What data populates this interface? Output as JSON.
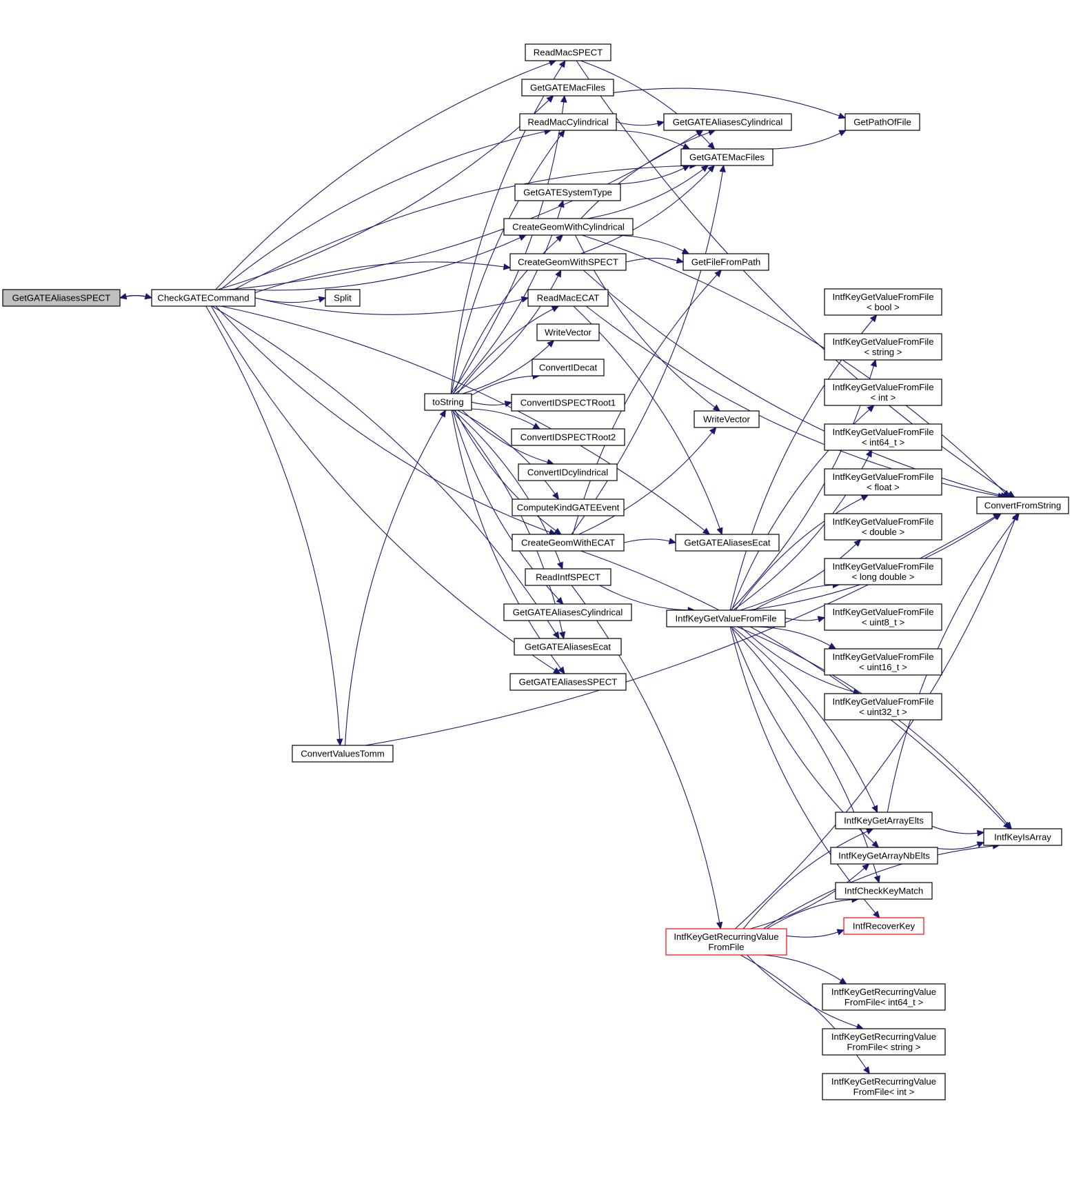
{
  "colors": {
    "edge": "#191970",
    "border": "#000000",
    "highlight_border": "#ff0000",
    "selected_fill": "#bfbfbf",
    "fill": "#ffffff"
  },
  "nodes": [
    {
      "id": "root",
      "lines": [
        "GetGATEAliasesSPECT"
      ],
      "style": "selected"
    },
    {
      "id": "check",
      "lines": [
        "CheckGATECommand"
      ]
    },
    {
      "id": "split",
      "lines": [
        "Split"
      ]
    },
    {
      "id": "convtomm",
      "lines": [
        "ConvertValuesTomm"
      ]
    },
    {
      "id": "tostring",
      "lines": [
        "toString"
      ]
    },
    {
      "id": "readmacspect",
      "lines": [
        "ReadMacSPECT"
      ]
    },
    {
      "id": "getmacfiles1",
      "lines": [
        "GetGATEMacFiles"
      ]
    },
    {
      "id": "readmaccyl",
      "lines": [
        "ReadMacCylindrical"
      ]
    },
    {
      "id": "getsystype",
      "lines": [
        "GetGATESystemType"
      ]
    },
    {
      "id": "cgcyl",
      "lines": [
        "CreateGeomWithCylindrical"
      ]
    },
    {
      "id": "cgspect",
      "lines": [
        "CreateGeomWithSPECT"
      ]
    },
    {
      "id": "readmacecat",
      "lines": [
        "ReadMacECAT"
      ]
    },
    {
      "id": "writevec1",
      "lines": [
        "WriteVector"
      ]
    },
    {
      "id": "convidecat",
      "lines": [
        "ConvertIDecat"
      ]
    },
    {
      "id": "convidspect1",
      "lines": [
        "ConvertIDSPECTRoot1"
      ]
    },
    {
      "id": "convidspect2",
      "lines": [
        "ConvertIDSPECTRoot2"
      ]
    },
    {
      "id": "convidcyl",
      "lines": [
        "ConvertIDcylindrical"
      ]
    },
    {
      "id": "computekind",
      "lines": [
        "ComputeKindGATEEvent"
      ]
    },
    {
      "id": "cgecat",
      "lines": [
        "CreateGeomWithECAT"
      ]
    },
    {
      "id": "readintfspect",
      "lines": [
        "ReadIntfSPECT"
      ]
    },
    {
      "id": "gacyl1",
      "lines": [
        "GetGATEAliasesCylindrical"
      ]
    },
    {
      "id": "gaecat1",
      "lines": [
        "GetGATEAliasesEcat"
      ]
    },
    {
      "id": "gaspect",
      "lines": [
        "GetGATEAliasesSPECT"
      ]
    },
    {
      "id": "gacyl2",
      "lines": [
        "GetGATEAliasesCylindrical"
      ]
    },
    {
      "id": "getmacfiles2",
      "lines": [
        "GetGATEMacFiles"
      ]
    },
    {
      "id": "getfilefrompath",
      "lines": [
        "GetFileFromPath"
      ]
    },
    {
      "id": "writevec2",
      "lines": [
        "WriteVector"
      ]
    },
    {
      "id": "gaecat2",
      "lines": [
        "GetGATEAliasesEcat"
      ]
    },
    {
      "id": "getpathoffile",
      "lines": [
        "GetPathOfFile"
      ]
    },
    {
      "id": "ikgv",
      "lines": [
        "IntfKeyGetValueFromFile"
      ]
    },
    {
      "id": "ikgrv",
      "lines": [
        "IntfKeyGetRecurringValue",
        "FromFile"
      ],
      "style": "red"
    },
    {
      "id": "t_bool",
      "lines": [
        "IntfKeyGetValueFromFile",
        "< bool >"
      ]
    },
    {
      "id": "t_string",
      "lines": [
        "IntfKeyGetValueFromFile",
        "< string >"
      ]
    },
    {
      "id": "t_int",
      "lines": [
        "IntfKeyGetValueFromFile",
        "< int >"
      ]
    },
    {
      "id": "t_int64",
      "lines": [
        "IntfKeyGetValueFromFile",
        "< int64_t >"
      ]
    },
    {
      "id": "t_float",
      "lines": [
        "IntfKeyGetValueFromFile",
        "< float >"
      ]
    },
    {
      "id": "t_double",
      "lines": [
        "IntfKeyGetValueFromFile",
        "< double >"
      ]
    },
    {
      "id": "t_ldouble",
      "lines": [
        "IntfKeyGetValueFromFile",
        "< long double >"
      ]
    },
    {
      "id": "t_uint8",
      "lines": [
        "IntfKeyGetValueFromFile",
        "< uint8_t >"
      ]
    },
    {
      "id": "t_uint16",
      "lines": [
        "IntfKeyGetValueFromFile",
        "< uint16_t >"
      ]
    },
    {
      "id": "t_uint32",
      "lines": [
        "IntfKeyGetValueFromFile",
        "< uint32_t >"
      ]
    },
    {
      "id": "arrayelts",
      "lines": [
        "IntfKeyGetArrayElts"
      ]
    },
    {
      "id": "arraynbelts",
      "lines": [
        "IntfKeyGetArrayNbElts"
      ]
    },
    {
      "id": "checkkeymatch",
      "lines": [
        "IntfCheckKeyMatch"
      ]
    },
    {
      "id": "recoverkey",
      "lines": [
        "IntfRecoverKey"
      ],
      "style": "red"
    },
    {
      "id": "r_int64",
      "lines": [
        "IntfKeyGetRecurringValue",
        "FromFile< int64_t >"
      ]
    },
    {
      "id": "r_string",
      "lines": [
        "IntfKeyGetRecurringValue",
        "FromFile< string >"
      ]
    },
    {
      "id": "r_int",
      "lines": [
        "IntfKeyGetRecurringValue",
        "FromFile< int >"
      ]
    },
    {
      "id": "convfromstring",
      "lines": [
        "ConvertFromString"
      ]
    },
    {
      "id": "keyisarray",
      "lines": [
        "IntfKeyIsArray"
      ]
    }
  ],
  "edges": [
    [
      "root",
      "check"
    ],
    [
      "check",
      "split"
    ],
    [
      "check",
      "convtomm"
    ],
    [
      "check",
      "root"
    ],
    [
      "check",
      "readmacspect"
    ],
    [
      "check",
      "getmacfiles1"
    ],
    [
      "check",
      "readmaccyl"
    ],
    [
      "check",
      "cgcyl"
    ],
    [
      "check",
      "cgspect"
    ],
    [
      "check",
      "cgecat"
    ],
    [
      "check",
      "gaecat1"
    ],
    [
      "check",
      "gaspect"
    ],
    [
      "check",
      "getmacfiles2"
    ],
    [
      "check",
      "gacyl2"
    ],
    [
      "check",
      "gaecat2"
    ],
    [
      "check",
      "readmacecat"
    ],
    [
      "tostring",
      "readmacspect"
    ],
    [
      "tostring",
      "getmacfiles1"
    ],
    [
      "tostring",
      "readmaccyl"
    ],
    [
      "tostring",
      "getsystype"
    ],
    [
      "tostring",
      "cgcyl"
    ],
    [
      "tostring",
      "cgspect"
    ],
    [
      "tostring",
      "readmacecat"
    ],
    [
      "tostring",
      "writevec1"
    ],
    [
      "tostring",
      "convidecat"
    ],
    [
      "tostring",
      "convidspect1"
    ],
    [
      "tostring",
      "convidspect2"
    ],
    [
      "tostring",
      "convidcyl"
    ],
    [
      "tostring",
      "computekind"
    ],
    [
      "tostring",
      "cgecat"
    ],
    [
      "tostring",
      "readintfspect"
    ],
    [
      "tostring",
      "gacyl1"
    ],
    [
      "tostring",
      "gaecat1"
    ],
    [
      "tostring",
      "gaspect"
    ],
    [
      "convtomm",
      "tostring"
    ],
    [
      "convtomm",
      "convfromstring"
    ],
    [
      "readmacspect",
      "getmacfiles2"
    ],
    [
      "readmacspect",
      "convfromstring"
    ],
    [
      "getmacfiles1",
      "getpathoffile"
    ],
    [
      "readmaccyl",
      "gacyl2"
    ],
    [
      "readmaccyl",
      "getmacfiles2"
    ],
    [
      "getsystype",
      "getmacfiles2"
    ],
    [
      "cgcyl",
      "gacyl2"
    ],
    [
      "cgcyl",
      "getmacfiles2"
    ],
    [
      "cgcyl",
      "getfilefrompath"
    ],
    [
      "cgcyl",
      "writevec2"
    ],
    [
      "cgcyl",
      "convfromstring"
    ],
    [
      "cgspect",
      "getmacfiles2"
    ],
    [
      "cgspect",
      "getfilefrompath"
    ],
    [
      "cgspect",
      "convfromstring"
    ],
    [
      "readmacecat",
      "gaecat2"
    ],
    [
      "readmacecat",
      "convfromstring"
    ],
    [
      "cgecat",
      "gaecat2"
    ],
    [
      "cgecat",
      "getmacfiles2"
    ],
    [
      "cgecat",
      "getfilefrompath"
    ],
    [
      "cgecat",
      "writevec2"
    ],
    [
      "cgecat",
      "keyisarray"
    ],
    [
      "readintfspect",
      "ikgv"
    ],
    [
      "readintfspect",
      "ikgrv"
    ],
    [
      "getmacfiles2",
      "getpathoffile"
    ],
    [
      "ikgv",
      "t_bool"
    ],
    [
      "ikgv",
      "t_string"
    ],
    [
      "ikgv",
      "t_int"
    ],
    [
      "ikgv",
      "t_int64"
    ],
    [
      "ikgv",
      "t_float"
    ],
    [
      "ikgv",
      "t_double"
    ],
    [
      "ikgv",
      "t_ldouble"
    ],
    [
      "ikgv",
      "t_uint8"
    ],
    [
      "ikgv",
      "t_uint16"
    ],
    [
      "ikgv",
      "t_uint32"
    ],
    [
      "ikgv",
      "arrayelts"
    ],
    [
      "ikgv",
      "arraynbelts"
    ],
    [
      "ikgv",
      "checkkeymatch"
    ],
    [
      "ikgv",
      "recoverkey"
    ],
    [
      "ikgv",
      "keyisarray"
    ],
    [
      "ikgv",
      "convfromstring"
    ],
    [
      "ikgrv",
      "arrayelts"
    ],
    [
      "ikgrv",
      "arraynbelts"
    ],
    [
      "ikgrv",
      "checkkeymatch"
    ],
    [
      "ikgrv",
      "recoverkey"
    ],
    [
      "ikgrv",
      "r_int64"
    ],
    [
      "ikgrv",
      "r_string"
    ],
    [
      "ikgrv",
      "r_int"
    ],
    [
      "ikgrv",
      "convfromstring"
    ],
    [
      "ikgrv",
      "keyisarray"
    ],
    [
      "arrayelts",
      "keyisarray"
    ],
    [
      "arrayelts",
      "convfromstring"
    ],
    [
      "arraynbelts",
      "keyisarray"
    ]
  ]
}
